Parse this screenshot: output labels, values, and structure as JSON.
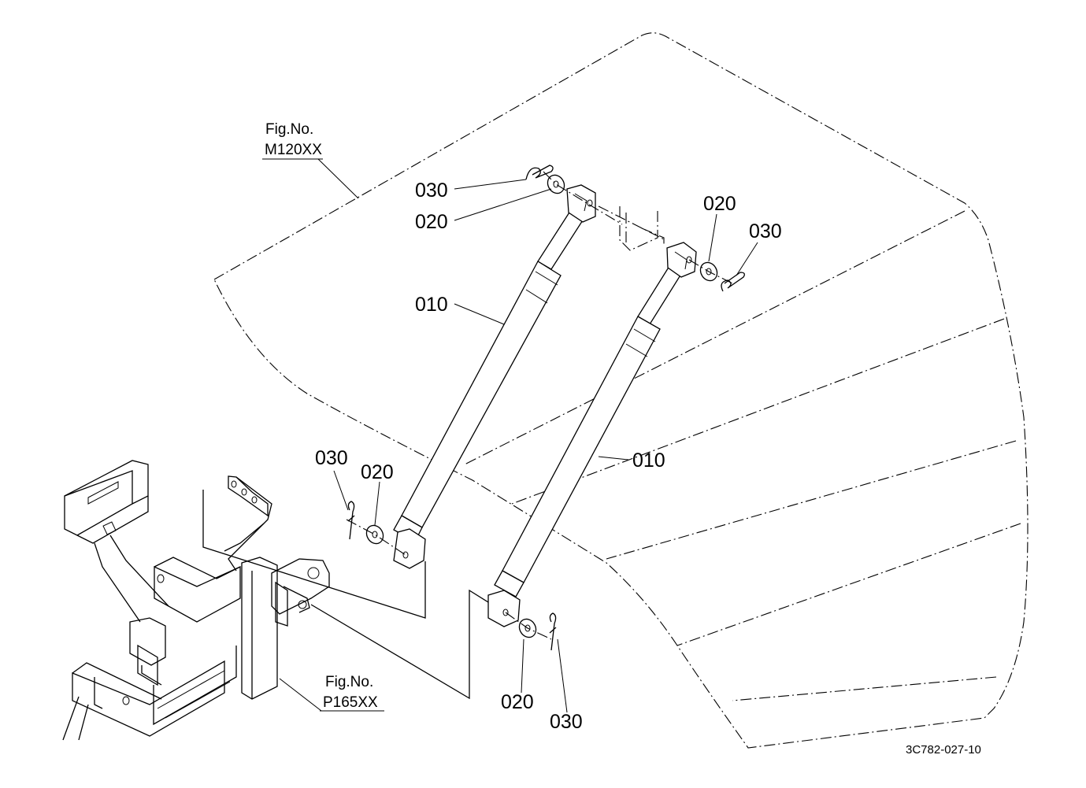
{
  "figure_refs": {
    "upper": {
      "label": "Fig.No.",
      "code": "M120XX"
    },
    "lower": {
      "label": "Fig.No.",
      "code": "P165XX"
    }
  },
  "callouts": {
    "gas_spring_left": "010",
    "gas_spring_right": "010",
    "washer_top_left": "020",
    "washer_top_right": "020",
    "washer_bottom_left": "020",
    "washer_bottom_right": "020",
    "pin_top_left": "030",
    "pin_top_right": "030",
    "pin_bottom_left": "030",
    "pin_bottom_right": "030"
  },
  "drawing_code": "3C782-027-10"
}
